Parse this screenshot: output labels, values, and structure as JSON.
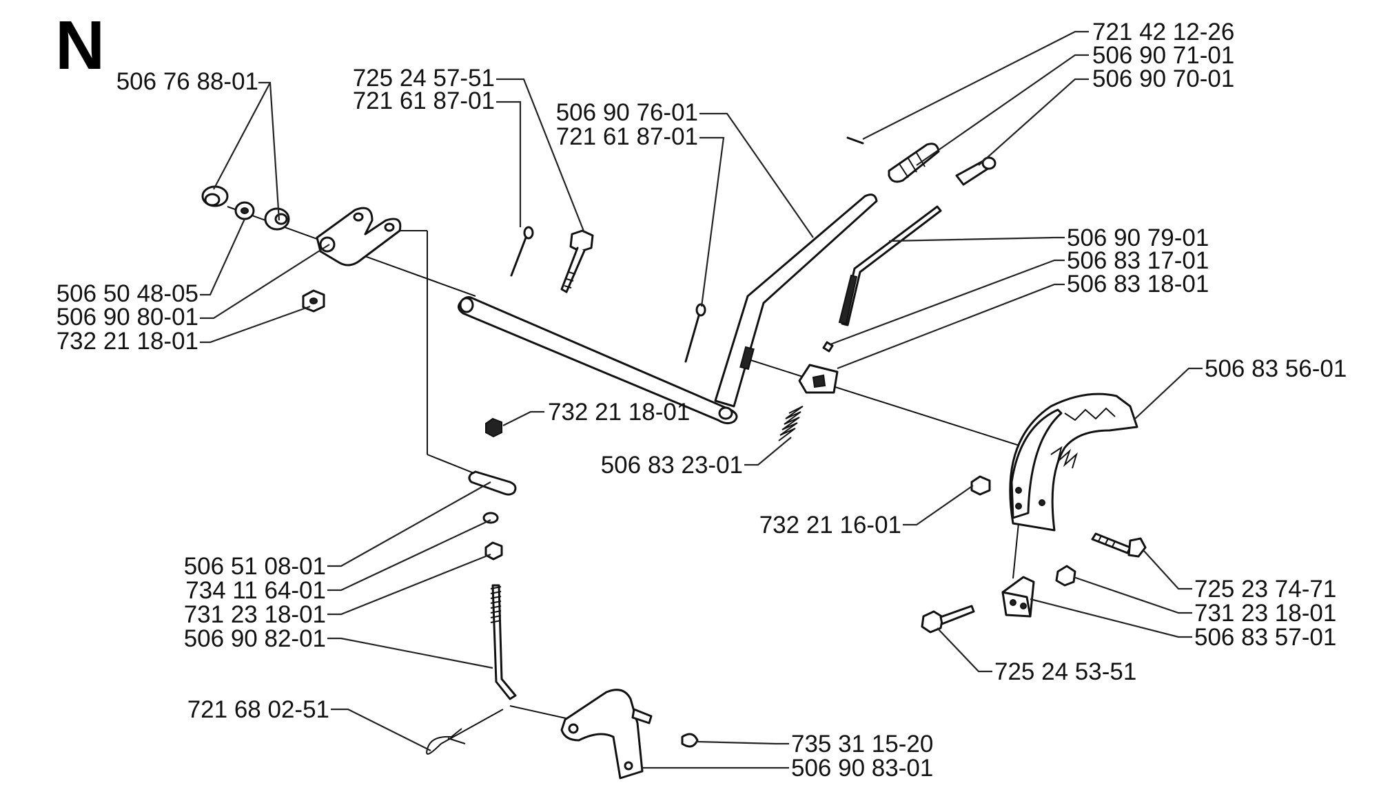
{
  "section_letter": "N",
  "labels": [
    {
      "id": "p1",
      "text": "506 76 88-01"
    },
    {
      "id": "p2",
      "text": "506 50 48-05"
    },
    {
      "id": "p3",
      "text": "506 90 80-01"
    },
    {
      "id": "p4",
      "text": "732 21 18-01"
    },
    {
      "id": "p5",
      "text": "725 24 57-51"
    },
    {
      "id": "p6",
      "text": "721 61 87-01"
    },
    {
      "id": "p7",
      "text": "506 90 76-01"
    },
    {
      "id": "p8",
      "text": "721 61 87-01"
    },
    {
      "id": "p9",
      "text": "721 42 12-26"
    },
    {
      "id": "p10",
      "text": "506 90 71-01"
    },
    {
      "id": "p11",
      "text": "506 90 70-01"
    },
    {
      "id": "p12",
      "text": "506 90 79-01"
    },
    {
      "id": "p13",
      "text": "506 83 17-01"
    },
    {
      "id": "p14",
      "text": "506 83 18-01"
    },
    {
      "id": "p15",
      "text": "506 83 56-01"
    },
    {
      "id": "p16",
      "text": "732 21 18-01"
    },
    {
      "id": "p17",
      "text": "506 83 23-01"
    },
    {
      "id": "p18",
      "text": "732 21 16-01"
    },
    {
      "id": "p19",
      "text": "506 51 08-01"
    },
    {
      "id": "p20",
      "text": "734 11 64-01"
    },
    {
      "id": "p21",
      "text": "731 23 18-01"
    },
    {
      "id": "p22",
      "text": "506 90 82-01"
    },
    {
      "id": "p23",
      "text": "721 68 02-51"
    },
    {
      "id": "p24",
      "text": "725 23 74-71"
    },
    {
      "id": "p25",
      "text": "731 23 18-01"
    },
    {
      "id": "p26",
      "text": "506 83 57-01"
    },
    {
      "id": "p27",
      "text": "725 24 53-51"
    },
    {
      "id": "p28",
      "text": "735 31 15-20"
    },
    {
      "id": "p29",
      "text": "506 90 83-01"
    }
  ]
}
